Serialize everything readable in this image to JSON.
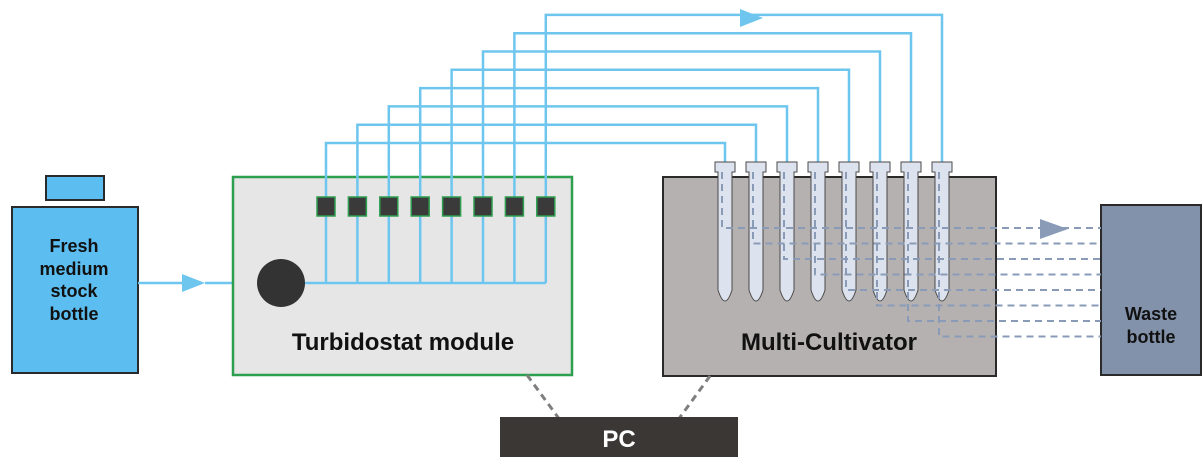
{
  "labels": {
    "fresh_bottle": "Fresh\nmedium\nstock\nbottle",
    "turbidostat": "Turbidostat module",
    "multi_cultivator": "Multi-Cultivator",
    "waste_bottle": "Waste\nbottle",
    "pc": "PC"
  },
  "colors": {
    "tube": "#6ec6ee",
    "fresh_bottle": "#5cbdf0",
    "turbidostat_fill": "#e6e6e6",
    "turbidostat_border": "#2e9e4f",
    "sensor": "#3a3a3a",
    "pump": "#333333",
    "cultivator_fill": "#b5b1b0",
    "culture_tube": "#dde3ee",
    "waste_line": "#8a9bb7",
    "waste_bottle": "#8392ab",
    "pc_fill": "#3b3735",
    "pc_link": "#7f7f7f"
  },
  "channels": 8
}
